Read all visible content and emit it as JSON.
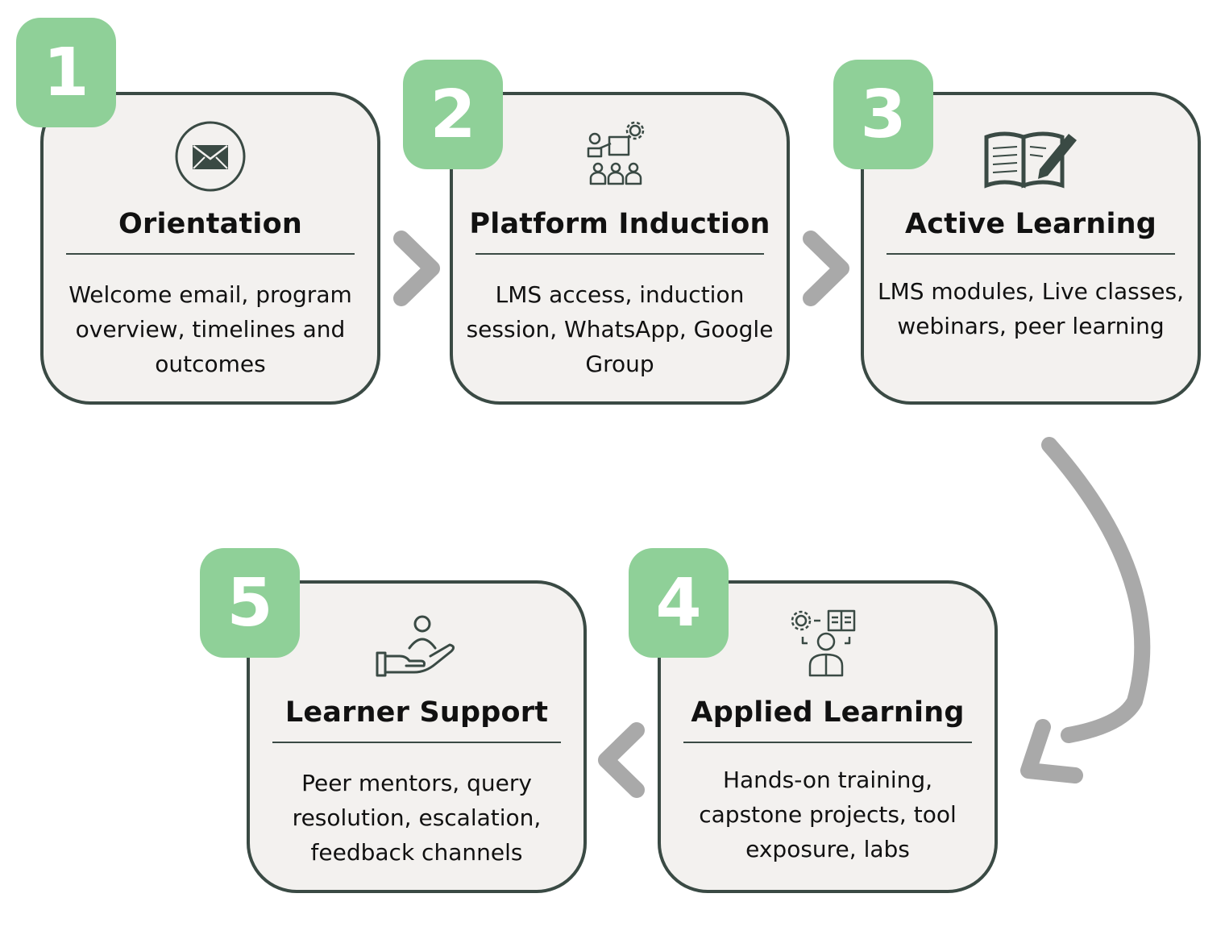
{
  "steps": [
    {
      "number": "1",
      "title": "Orientation",
      "description": "Welcome email, program overview, timelines and outcomes",
      "icon": "envelope-icon"
    },
    {
      "number": "2",
      "title": "Platform Induction",
      "description": "LMS access, induction session, WhatsApp, Google Group",
      "icon": "presenter-audience-icon"
    },
    {
      "number": "3",
      "title": "Active Learning",
      "description": "LMS modules, Live classes, webinars, peer learning",
      "icon": "open-book-pencil-icon"
    },
    {
      "number": "4",
      "title": "Applied Learning",
      "description": "Hands-on training, capstone projects, tool exposure, labs",
      "icon": "person-gear-book-icon"
    },
    {
      "number": "5",
      "title": "Learner Support",
      "description": "Peer mentors, query resolution, escalation, feedback channels",
      "icon": "hand-holding-person-icon"
    }
  ],
  "colors": {
    "card_background": "#f3f1ef",
    "card_border": "#3a4a44",
    "badge": "#8fd098",
    "arrow": "#a9a9a9",
    "text": "#111111"
  }
}
